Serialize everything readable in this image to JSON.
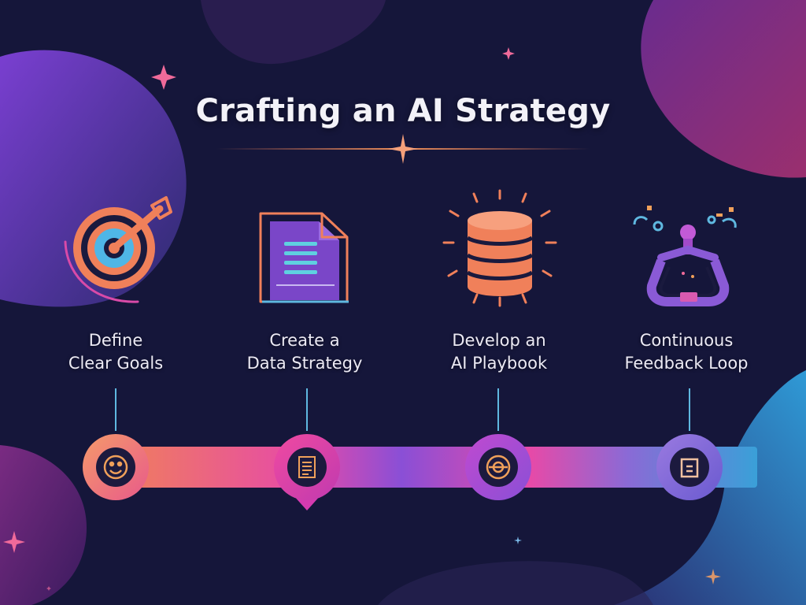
{
  "title": "Crafting an AI Strategy",
  "steps": [
    {
      "line1": "Define",
      "line2": "Clear Goals",
      "icon": "target-arrow-icon",
      "marker_icon": "face-badge-icon"
    },
    {
      "line1": "Create a",
      "line2": "Data Strategy",
      "icon": "document-icon",
      "marker_icon": "document-small-icon"
    },
    {
      "line1": "Develop an",
      "line2": "AI Playbook",
      "icon": "database-icon",
      "marker_icon": "gear-cycle-icon"
    },
    {
      "line1": "Continuous",
      "line2": "Feedback Loop",
      "icon": "robot-arm-loop-icon",
      "marker_icon": "panel-icon"
    }
  ],
  "colors": {
    "background": "#15163a",
    "orange": "#f0805a",
    "pink": "#e64aa8",
    "purple": "#8a4fd6",
    "blue": "#3aa0d8"
  }
}
